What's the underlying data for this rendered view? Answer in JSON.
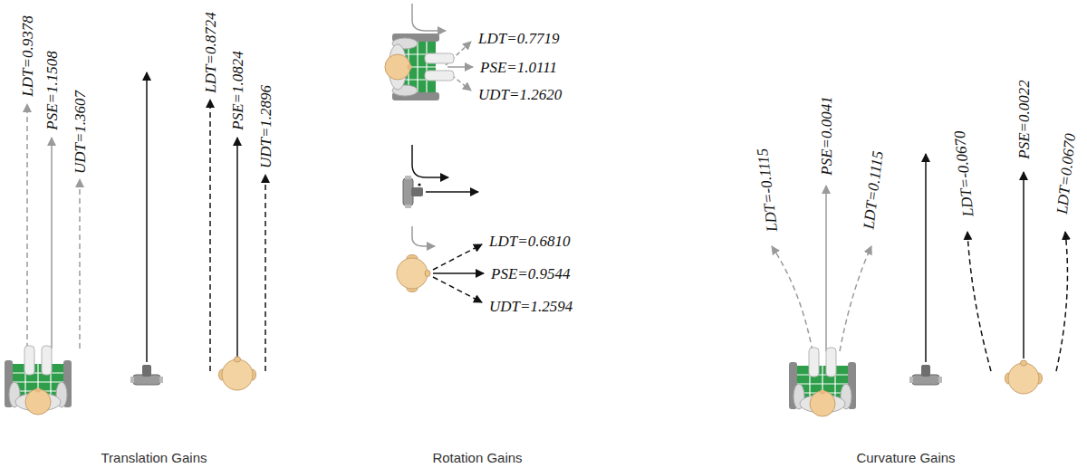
{
  "diagram": {
    "labels": [
      "LDT=0.9378",
      "PSE=1.1508",
      "UDT=1.3607",
      "LDT=0.8724",
      "PSE=1.0824",
      "UDT=1.2896",
      "LDT=0.7719",
      "PSE=1.0111",
      "UDT=1.2620",
      "LDT=0.6810",
      "PSE=0.9544",
      "UDT=1.2594",
      "LDT=-0.1115",
      "PSE=0.0041",
      "LDT=0.1115",
      "LDT=-0.0670",
      "PSE=0.0022",
      "LDT=0.0670",
      "Translation Gains",
      "Rotation Gains",
      "Curvature Gains"
    ]
  }
}
